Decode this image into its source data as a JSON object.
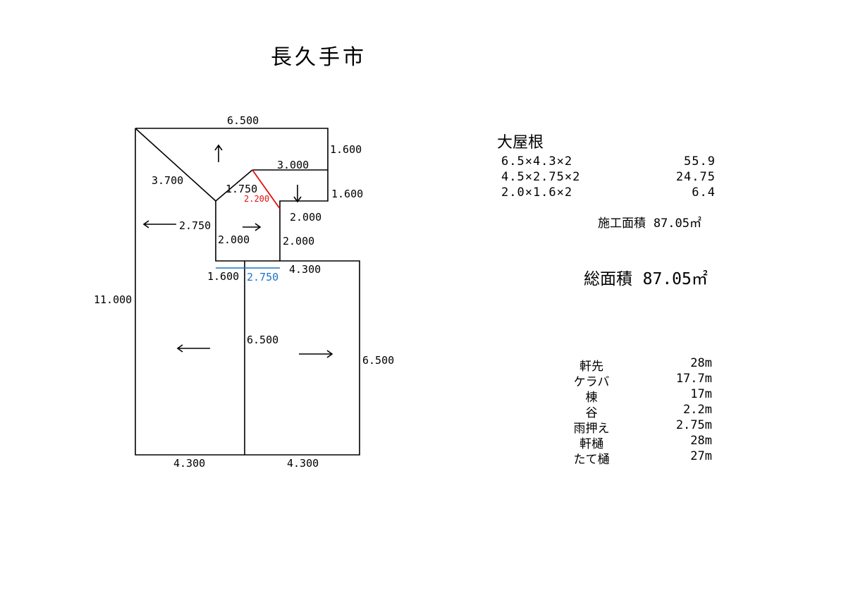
{
  "title": "長久手市",
  "plan": {
    "dims": [
      {
        "id": "top-width",
        "text": "6.500"
      },
      {
        "id": "right-upper",
        "text": "1.600"
      },
      {
        "id": "right-lower",
        "text": "1.600"
      },
      {
        "id": "hip-diag",
        "text": "3.700"
      },
      {
        "id": "inner-top",
        "text": "3.000"
      },
      {
        "id": "inner-diag",
        "text": "1.750"
      },
      {
        "id": "valley",
        "text": "2.200"
      },
      {
        "id": "inner-right-top",
        "text": "2.000"
      },
      {
        "id": "left-mid",
        "text": "2.750"
      },
      {
        "id": "inner-left",
        "text": "2.000"
      },
      {
        "id": "inner-right",
        "text": "2.000"
      },
      {
        "id": "step-left",
        "text": "1.600"
      },
      {
        "id": "flashing",
        "text": "2.750"
      },
      {
        "id": "step-right",
        "text": "4.300"
      },
      {
        "id": "left-height",
        "text": "11.000"
      },
      {
        "id": "center-height",
        "text": "6.500"
      },
      {
        "id": "right-height",
        "text": "6.500"
      },
      {
        "id": "bottom-left",
        "text": "4.300"
      },
      {
        "id": "bottom-right",
        "text": "4.300"
      }
    ],
    "colors": {
      "line": "#000000",
      "valley": "#e01010",
      "flashing": "#1a73c8"
    }
  },
  "roof": {
    "heading": "大屋根",
    "rows": [
      {
        "expr": "6.5×4.3×2",
        "value": "55.9"
      },
      {
        "expr": "4.5×2.75×2",
        "value": "24.75"
      },
      {
        "expr": "2.0×1.6×2",
        "value": "6.4"
      }
    ],
    "construction_area_label": "施工面積",
    "construction_area_value": "87.05㎡"
  },
  "total": {
    "label": "総面積",
    "value": "87.05㎡"
  },
  "materials": [
    {
      "label": "軒先",
      "value": "28m"
    },
    {
      "label": "ケラバ",
      "value": "17.7m"
    },
    {
      "label": "棟",
      "value": "17m"
    },
    {
      "label": "谷",
      "value": "2.2m"
    },
    {
      "label": "雨押え",
      "value": "2.75m"
    },
    {
      "label": "軒樋",
      "value": "28m"
    },
    {
      "label": "たて樋",
      "value": "27m"
    }
  ]
}
